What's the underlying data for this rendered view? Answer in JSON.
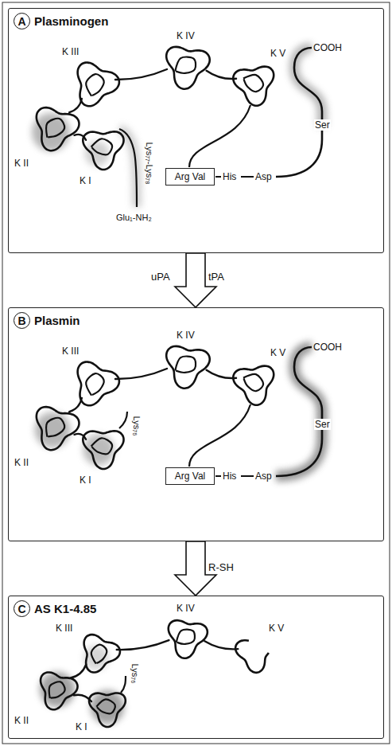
{
  "diagram": {
    "nodes": [
      {
        "text": [
          "A",
          "Plasminogen"
        ]
      },
      {
        "text": [
          "Arg Val"
        ],
        "in": 0
      },
      {
        "text": [
          "B",
          "Plasmin"
        ]
      },
      {
        "text": [
          "Arg Val"
        ],
        "in": 2
      },
      {
        "text": [
          "C",
          "AS K1-4.85"
        ]
      }
    ],
    "edges": [
      {
        "from": 0,
        "to": 2,
        "arrow": "to"
      },
      {
        "from": 2,
        "to": 4,
        "arrow": "to"
      }
    ],
    "labels": [
      "K III",
      "K IV",
      "K V",
      "K II",
      "K I",
      "Lys₇₇-Lys₇₈",
      "Glu₁-NH₂",
      "His",
      "Asp",
      "Ser",
      "COOH",
      "uPA",
      "tPA",
      "K III",
      "K IV",
      "K V",
      "K II",
      "K I",
      "Lys₇₆",
      "His",
      "Asp",
      "Ser",
      "COOH",
      "R-SH",
      "K III",
      "K IV",
      "K V",
      "K II",
      "K I",
      "Lys₇₆"
    ]
  }
}
